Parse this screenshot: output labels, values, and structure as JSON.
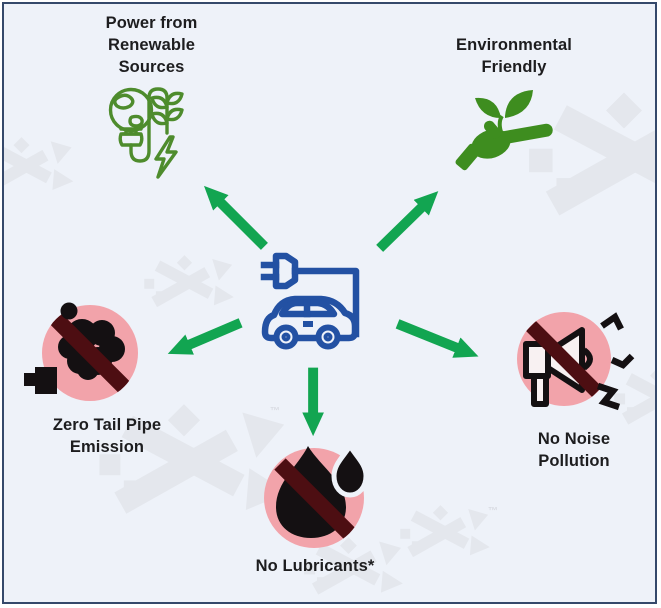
{
  "diagram": {
    "title_implicit": "Benefits of Electric Vehicles",
    "center": {
      "icon": "electric-car-with-charging-plug-icon",
      "color": "#2351a3"
    },
    "benefits": [
      {
        "id": "renewable",
        "position": "top-left",
        "label": "Power from\nRenewable\nSources",
        "icon": "renewable-energy-bulb-plant-bolt-icon",
        "icon_color": "#4e8c2d"
      },
      {
        "id": "environment",
        "position": "top-right",
        "label": "Environmental\nFriendly",
        "icon": "hand-holding-sprout-icon",
        "icon_color": "#3e8d1f"
      },
      {
        "id": "emission",
        "position": "left",
        "label": "Zero Tail Pipe\nEmission",
        "icon": "no-exhaust-smoke-icon"
      },
      {
        "id": "noise",
        "position": "right",
        "label": "No Noise\nPollution",
        "icon": "no-loudspeaker-icon"
      },
      {
        "id": "lubricants",
        "position": "bottom",
        "label": "No Lubricants*",
        "icon": "no-oil-drop-icon"
      }
    ],
    "watermark": {
      "symbol": "crossed-arrows-x-logo",
      "trademark": "™"
    },
    "colors": {
      "background": "#eef2f9",
      "border": "#35496b",
      "arrow_green": "#12a551",
      "prohibition_pink": "#f2a3aa",
      "prohibition_slash": "#4d0e12",
      "icon_black": "#141012",
      "text": "#1d1d1f",
      "watermark_gray": "#e4e7ed"
    }
  }
}
